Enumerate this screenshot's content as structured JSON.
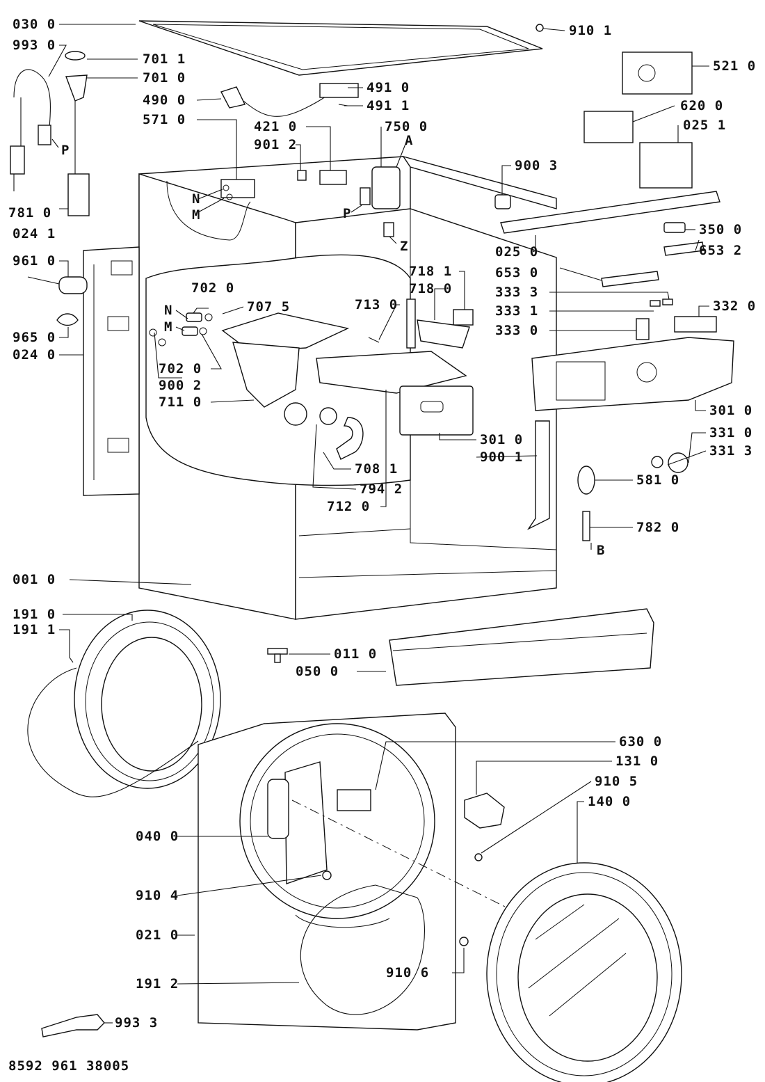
{
  "doc_number": "8592 961 38005",
  "labels": {
    "l_030_0": "030 0",
    "l_993_0": "993 0",
    "l_701_1": "701 1",
    "l_701_0": "701 0",
    "l_490_0": "490 0",
    "l_571_0": "571 0",
    "l_491_0": "491 0",
    "l_491_1": "491 1",
    "l_910_1": "910 1",
    "l_521_0": "521 0",
    "l_620_0": "620 0",
    "l_025_1": "025 1",
    "l_421_0": "421 0",
    "l_901_2": "901 2",
    "l_750_0": "750 0",
    "l_A": "A",
    "l_P1": "P",
    "l_P2": "P",
    "l_N1": "N",
    "l_M1": "M",
    "l_N2": "N",
    "l_M2": "M",
    "l_Z": "Z",
    "l_B": "B",
    "l_900_3": "900 3",
    "l_350_0": "350 0",
    "l_653_2": "653 2",
    "l_025_0": "025 0",
    "l_653_0": "653 0",
    "l_333_3": "333 3",
    "l_333_1": "333 1",
    "l_333_0": "333 0",
    "l_332_0": "332 0",
    "l_781_0": "781 0",
    "l_024_1": "024 1",
    "l_961_0": "961 0",
    "l_965_0": "965 0",
    "l_024_0": "024 0",
    "l_702_0a": "702 0",
    "l_707_5": "707 5",
    "l_718_1": "718 1",
    "l_718_0": "718 0",
    "l_713_0": "713 0",
    "l_702_0b": "702 0",
    "l_900_2": "900 2",
    "l_711_0": "711 0",
    "l_301_0a": "301 0",
    "l_900_1": "900 1",
    "l_708_1": "708 1",
    "l_794_2": "794 2",
    "l_712_0": "712 0",
    "l_301_0b": "301 0",
    "l_331_0": "331 0",
    "l_331_3": "331 3",
    "l_581_0": "581 0",
    "l_782_0": "782 0",
    "l_001_0": "001 0",
    "l_191_0": "191 0",
    "l_191_1": "191 1",
    "l_011_0": "011 0",
    "l_050_0": "050 0",
    "l_630_0": "630 0",
    "l_131_0": "131 0",
    "l_910_5": "910 5",
    "l_140_0": "140 0",
    "l_040_0": "040 0",
    "l_910_4": "910 4",
    "l_021_0": "021 0",
    "l_910_6": "910 6",
    "l_191_2": "191 2",
    "l_993_3": "993 3"
  }
}
